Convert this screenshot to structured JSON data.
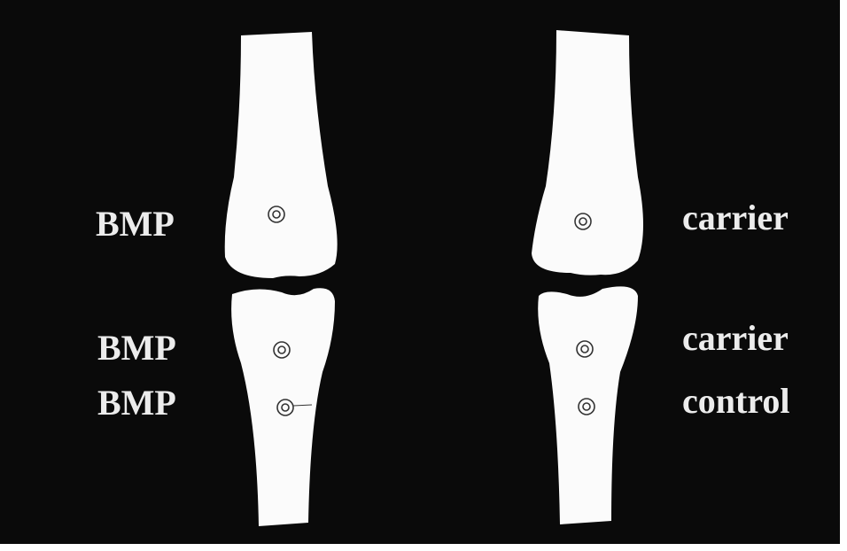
{
  "figure": {
    "background_color": "#0a0a0a",
    "bone_color": "#fbfbfb",
    "implant_color": "#333333",
    "left_limb": {
      "femur_label": "BMP",
      "tibia_upper_label": "BMP",
      "tibia_lower_label": "BMP"
    },
    "right_limb": {
      "femur_label": "carrier",
      "tibia_upper_label": "carrier",
      "tibia_lower_label": "control"
    }
  }
}
